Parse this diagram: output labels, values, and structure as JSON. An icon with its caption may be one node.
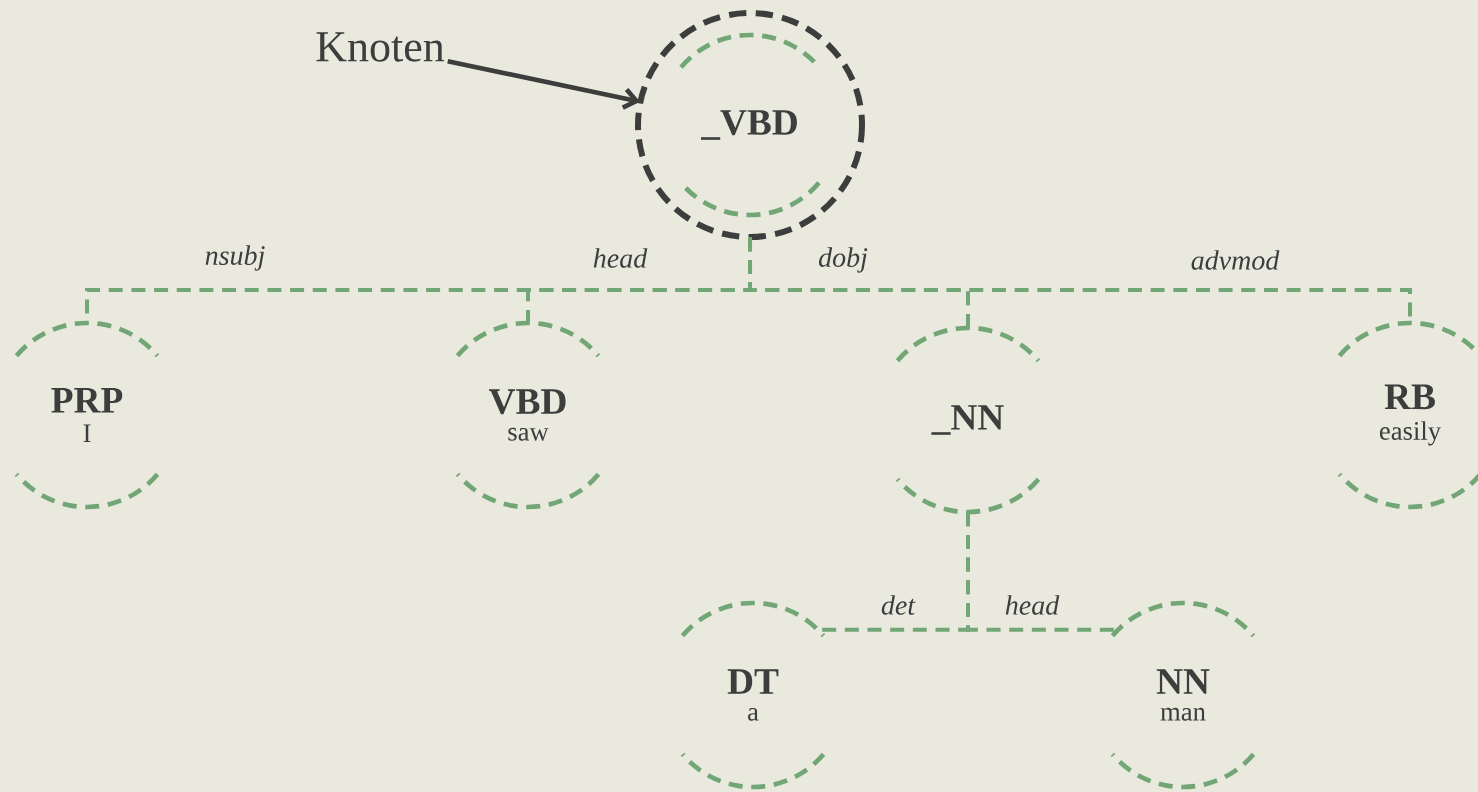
{
  "diagram": {
    "nodes": [
      {
        "text": [
          "Knoten"
        ]
      },
      {
        "text": [
          "_VBD"
        ]
      },
      {
        "text": [
          "PRP",
          "I"
        ]
      },
      {
        "text": [
          "VBD",
          "saw"
        ]
      },
      {
        "text": [
          "_NN"
        ]
      },
      {
        "text": [
          "RB",
          "easily"
        ]
      },
      {
        "text": [
          "DT",
          "a"
        ]
      },
      {
        "text": [
          "NN",
          "man"
        ]
      }
    ],
    "edges": [
      {
        "from": 0,
        "to": 1,
        "arrow": "to",
        "color": "#3d3d3d"
      },
      {
        "from": 1,
        "to": 2,
        "arrow": "none",
        "label": "nsubj",
        "style": "dashed"
      },
      {
        "from": 1,
        "to": 3,
        "arrow": "none",
        "label": "head",
        "style": "dashed"
      },
      {
        "from": 1,
        "to": 4,
        "arrow": "none",
        "label": "dobj",
        "style": "dashed"
      },
      {
        "from": 1,
        "to": 5,
        "arrow": "none",
        "label": "advmod",
        "style": "dashed"
      },
      {
        "from": 4,
        "to": 6,
        "arrow": "none",
        "label": "det",
        "style": "dashed"
      },
      {
        "from": 4,
        "to": 7,
        "arrow": "none",
        "label": "head",
        "style": "dashed"
      }
    ]
  }
}
